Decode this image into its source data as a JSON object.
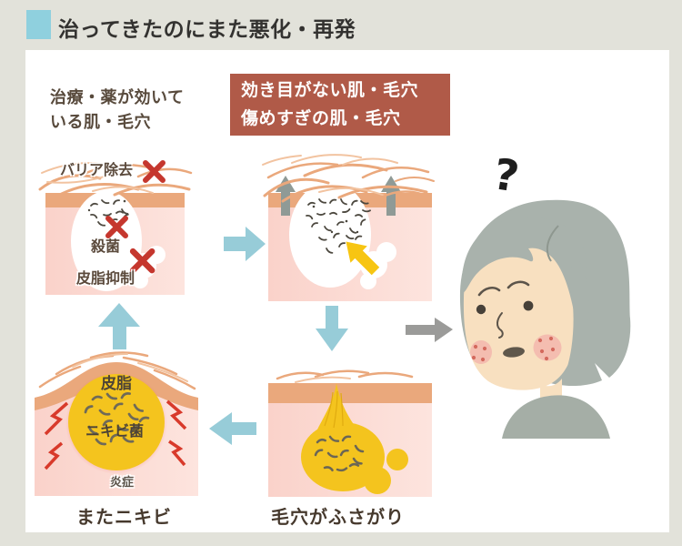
{
  "title": "治ってきたのにまた悪化・再発",
  "intro": {
    "line1": "治療・薬が効いて",
    "line2": "いる肌・毛穴"
  },
  "badge": {
    "line1": "効き目がない肌・毛穴",
    "line2": "傷めすぎの肌・毛穴"
  },
  "panel_treated": {
    "barrier": "バリア除去",
    "sterilize": "殺菌",
    "sebum_control": "皮脂抑制"
  },
  "panel_acne": {
    "sebum": "皮脂",
    "bacteria": "ニキビ菌",
    "inflammation": "炎症"
  },
  "captions": {
    "acne_again": "またニキビ",
    "pore_clogged": "毛穴がふさがり"
  },
  "character": {
    "question": "?"
  },
  "colors": {
    "background": "#e2e2da",
    "accent_teal": "#8fd0de",
    "badge_red": "#b05a48",
    "text_brown": "#5b4a3c",
    "skin_pink": "#fad4cd",
    "surface_tan": "#eaa87c",
    "sebum_yellow": "#f4c41e",
    "alert_red": "#c5372e",
    "arrow_blue": "#97ccd8",
    "arrow_gray": "#9b9b99",
    "hair_gray": "#a9b2ac",
    "face_skin": "#f8e0c0"
  }
}
